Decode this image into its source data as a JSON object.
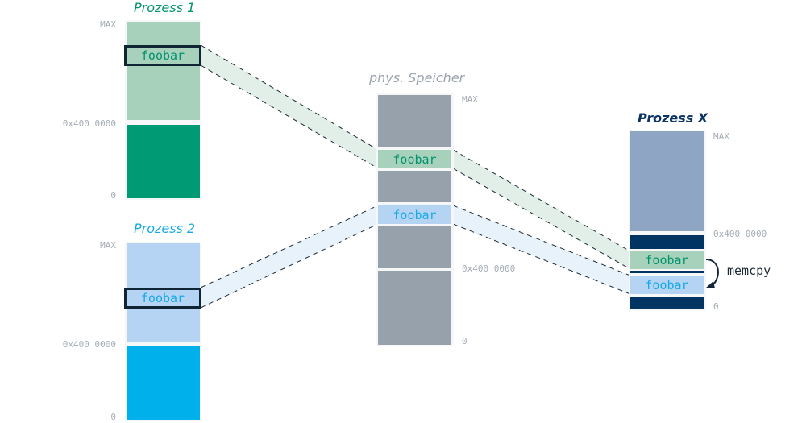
{
  "colors": {
    "green_light": "#a8d1bc",
    "green_dark": "#009a74",
    "green_text": "#00936e",
    "blue_light": "#b5d4f4",
    "blue_dark": "#00b0ea",
    "blue_text": "#17a9e6",
    "gray": "#97a1ac",
    "navy": "#003462",
    "slate": "#8ea5c4",
    "band_green": "#e2eee8",
    "band_blue": "#e7f2fa"
  },
  "process1": {
    "title": "Prozess 1",
    "addr_max": "MAX",
    "addr_mid": "0x400 0000",
    "addr_zero": "0",
    "variable": "foobar"
  },
  "process2": {
    "title": "Prozess 2",
    "addr_max": "MAX",
    "addr_mid": "0x400 0000",
    "addr_zero": "0",
    "variable": "foobar"
  },
  "physical": {
    "title": "phys. Speicher",
    "addr_max": "MAX",
    "addr_mid": "0x400 0000",
    "addr_zero": "0",
    "variable_from_p1": "foobar",
    "variable_from_p2": "foobar"
  },
  "processX": {
    "title": "Prozess X",
    "addr_max": "MAX",
    "addr_mid": "0x400 0000",
    "addr_zero": "0",
    "variable_green": "foobar",
    "variable_blue": "foobar",
    "copy_label": "memcpy"
  }
}
